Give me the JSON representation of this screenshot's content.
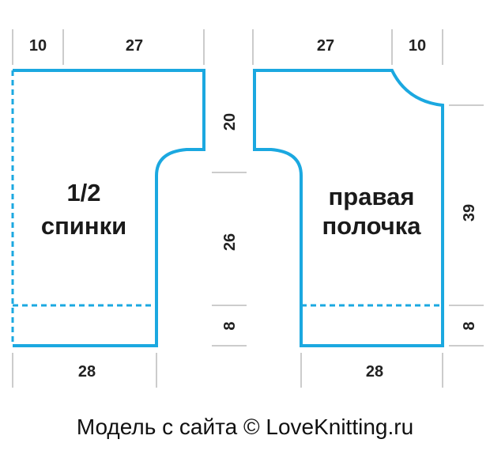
{
  "colors": {
    "outline": "#1ba8e0",
    "text": "#222222",
    "ticks": "#9a9a9a"
  },
  "back": {
    "label_line1": "1/2",
    "label_line2": "спинки",
    "top_left_width": "10",
    "top_right_width": "27",
    "bottom_width": "28"
  },
  "front": {
    "label_line1": "правая",
    "label_line2": "полочка",
    "top_left_width": "27",
    "top_right_width": "10",
    "bottom_width": "28",
    "side_height": "39",
    "side_bottom_height": "8"
  },
  "center": {
    "armhole_height": "20",
    "side_height": "26",
    "hem_height": "8"
  },
  "caption": "Модель с сайта © LoveKnitting.ru"
}
